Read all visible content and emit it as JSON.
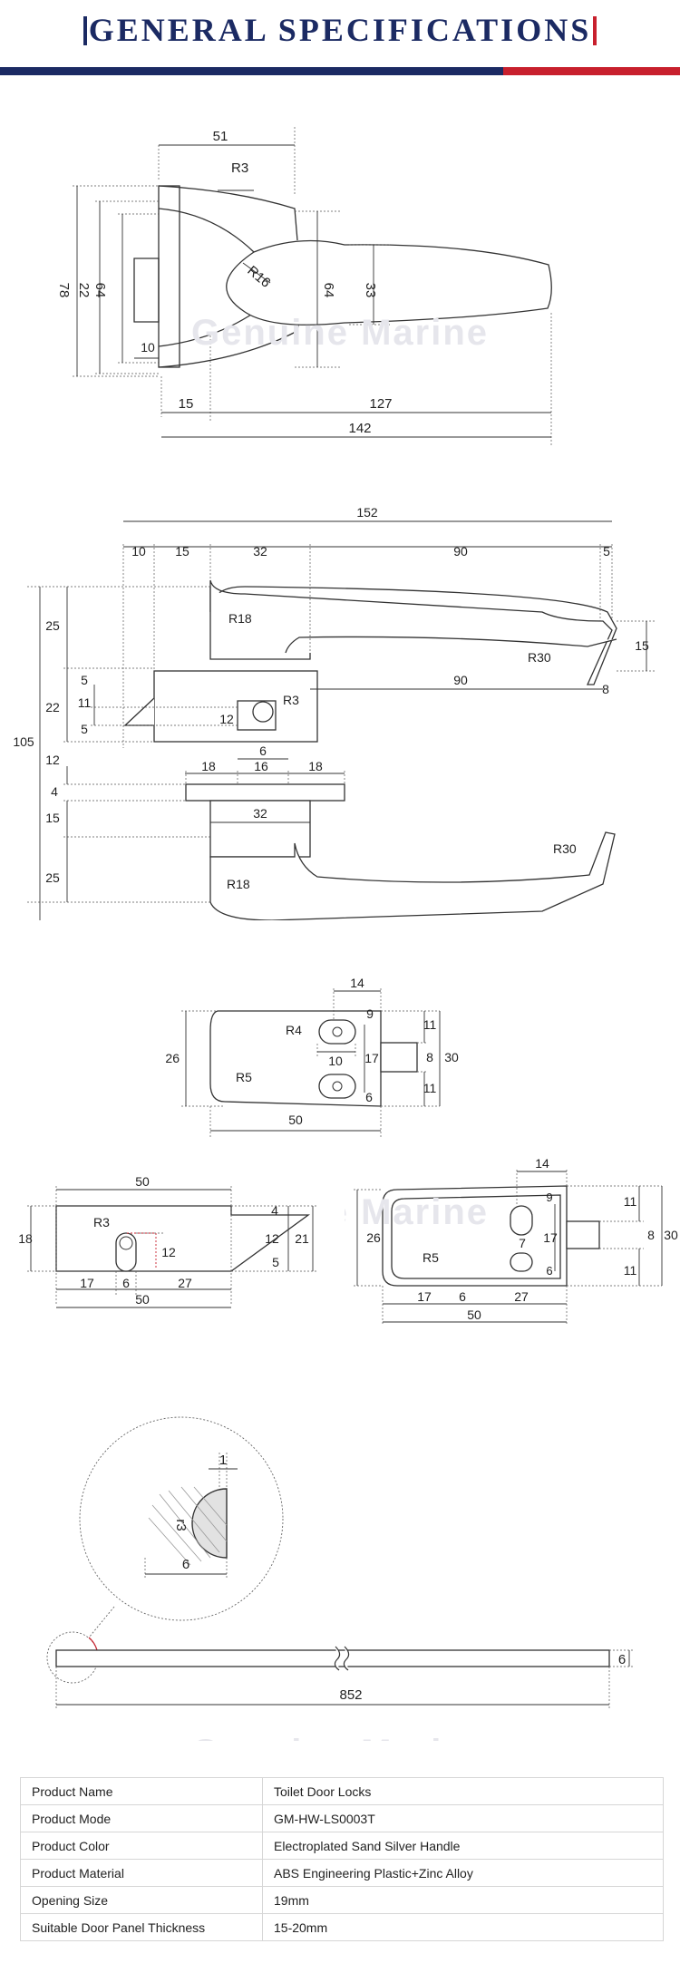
{
  "header": {
    "title": "GENERAL SPECIFICATIONS"
  },
  "watermark": "Genuine Marine",
  "colors": {
    "navy": "#1b2a63",
    "red": "#c8202d"
  },
  "fig1": {
    "d51": "51",
    "r3": "R3",
    "r16": "R16",
    "d78": "78",
    "d22": "22",
    "d64a": "64",
    "d64b": "64",
    "d33": "33",
    "d10": "10",
    "d15": "15",
    "d127": "127",
    "d142": "142"
  },
  "fig2": {
    "d152": "152",
    "d10": "10",
    "d15": "15",
    "d32": "32",
    "d90": "90",
    "d5": "5",
    "d25a": "25",
    "r18a": "R18",
    "d15r": "15",
    "r30a": "R30",
    "d90b": "90",
    "d8": "8",
    "d5a": "5",
    "d22": "22",
    "d11": "11",
    "d5b": "5",
    "r3": "R3",
    "d12a": "12",
    "d105": "105",
    "d6": "6",
    "d12b": "12",
    "d18a": "18",
    "d16": "16",
    "d18b": "18",
    "d4": "4",
    "d15b": "15",
    "d32b": "32",
    "r30b": "R30",
    "d25b": "25",
    "r18b": "R18"
  },
  "fig3": {
    "d14": "14",
    "r4": "R4",
    "d9": "9",
    "d26": "26",
    "d11a": "11",
    "d10": "10",
    "d17": "17",
    "d8": "8",
    "d30": "30",
    "r5": "R5",
    "d6": "6",
    "d11b": "11",
    "d50": "50"
  },
  "fig4": {
    "d50a": "50",
    "d18": "18",
    "r3": "R3",
    "d4": "4",
    "d12a": "12",
    "d21": "21",
    "d12b": "12",
    "d5": "5",
    "d17": "17",
    "d6": "6",
    "d27": "27",
    "d50b": "50"
  },
  "fig5": {
    "d14": "14",
    "d9": "9",
    "d7": "7",
    "d26": "26",
    "d11a": "11",
    "d17": "17",
    "d8": "8",
    "d30": "30",
    "r5": "R5",
    "d6b": "6",
    "d11b": "11",
    "d17b": "17",
    "d6": "6",
    "d27": "27",
    "d50": "50"
  },
  "fig6": {
    "d1": "1",
    "r3": "r3",
    "d6": "6",
    "d6r": "6",
    "d852": "852"
  },
  "specs": [
    {
      "label": "Product Name",
      "value": "Toilet Door Locks"
    },
    {
      "label": "Product Mode",
      "value": "GM-HW-LS0003T"
    },
    {
      "label": "Product Color",
      "value": "Electroplated Sand Silver Handle"
    },
    {
      "label": "Product Material",
      "value": "ABS Engineering Plastic+Zinc Alloy"
    },
    {
      "label": "Opening Size",
      "value": "19mm"
    },
    {
      "label": "Suitable Door Panel Thickness",
      "value": "15-20mm"
    }
  ]
}
